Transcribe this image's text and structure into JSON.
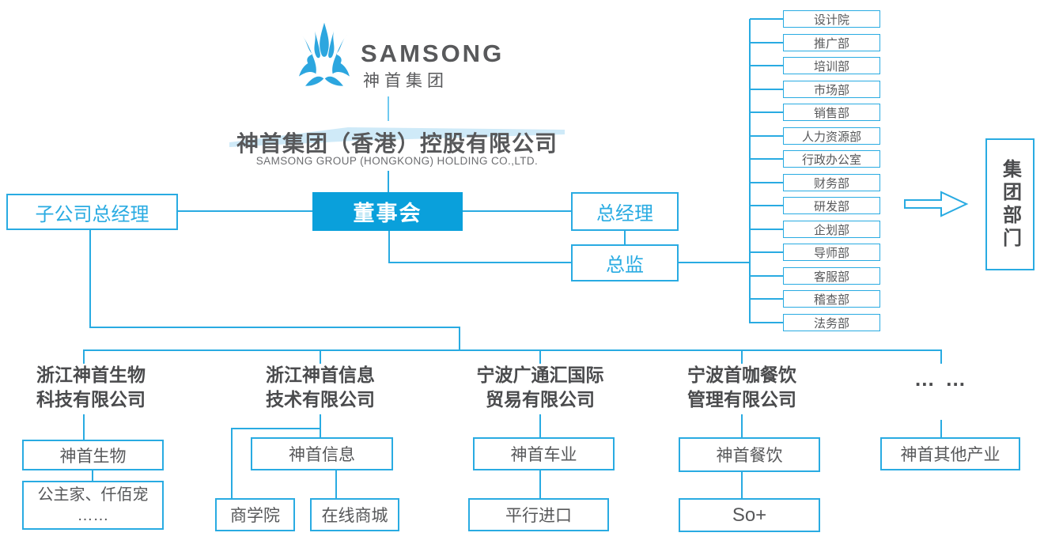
{
  "logo": {
    "brand": "SAMSONG",
    "brand_cn": "神首集团"
  },
  "holding": {
    "title": "神首集团（香港）控股有限公司",
    "subtitle": "SAMSONG GROUP (HONGKONG) HOLDING CO.,LTD."
  },
  "nodes": {
    "subsidiary_gm": "子公司总经理",
    "board": "董事会",
    "general_manager": "总经理",
    "director": "总监",
    "group_dept": "集团部门"
  },
  "departments": [
    "设计院",
    "推广部",
    "培训部",
    "市场部",
    "销售部",
    "人力资源部",
    "行政办公室",
    "财务部",
    "研发部",
    "企划部",
    "导师部",
    "客服部",
    "稽查部",
    "法务部"
  ],
  "subsidiaries": [
    {
      "name1": "浙江神首生物",
      "name2": "科技有限公司",
      "brand": "神首生物",
      "child1_line1": "公主家、仟佰宠",
      "child1_line2": "……"
    },
    {
      "name1": "浙江神首信息",
      "name2": "技术有限公司",
      "brand": "神首信息",
      "child1": "商学院",
      "child2": "在线商城"
    },
    {
      "name1": "宁波广通汇国际",
      "name2": "贸易有限公司",
      "brand": "神首车业",
      "child1": "平行进口"
    },
    {
      "name1": "宁波首咖餐饮",
      "name2": "管理有限公司",
      "brand": "神首餐饮",
      "child1": "So+"
    },
    {
      "name1": "… …",
      "brand": "神首其他产业"
    }
  ],
  "colors": {
    "line_blue": "#29ABE2",
    "board_fill": "#0AA0DB",
    "text_dark": "#4A4B4D",
    "text_gray": "#57585A",
    "swoosh": "#CFEAF8"
  }
}
